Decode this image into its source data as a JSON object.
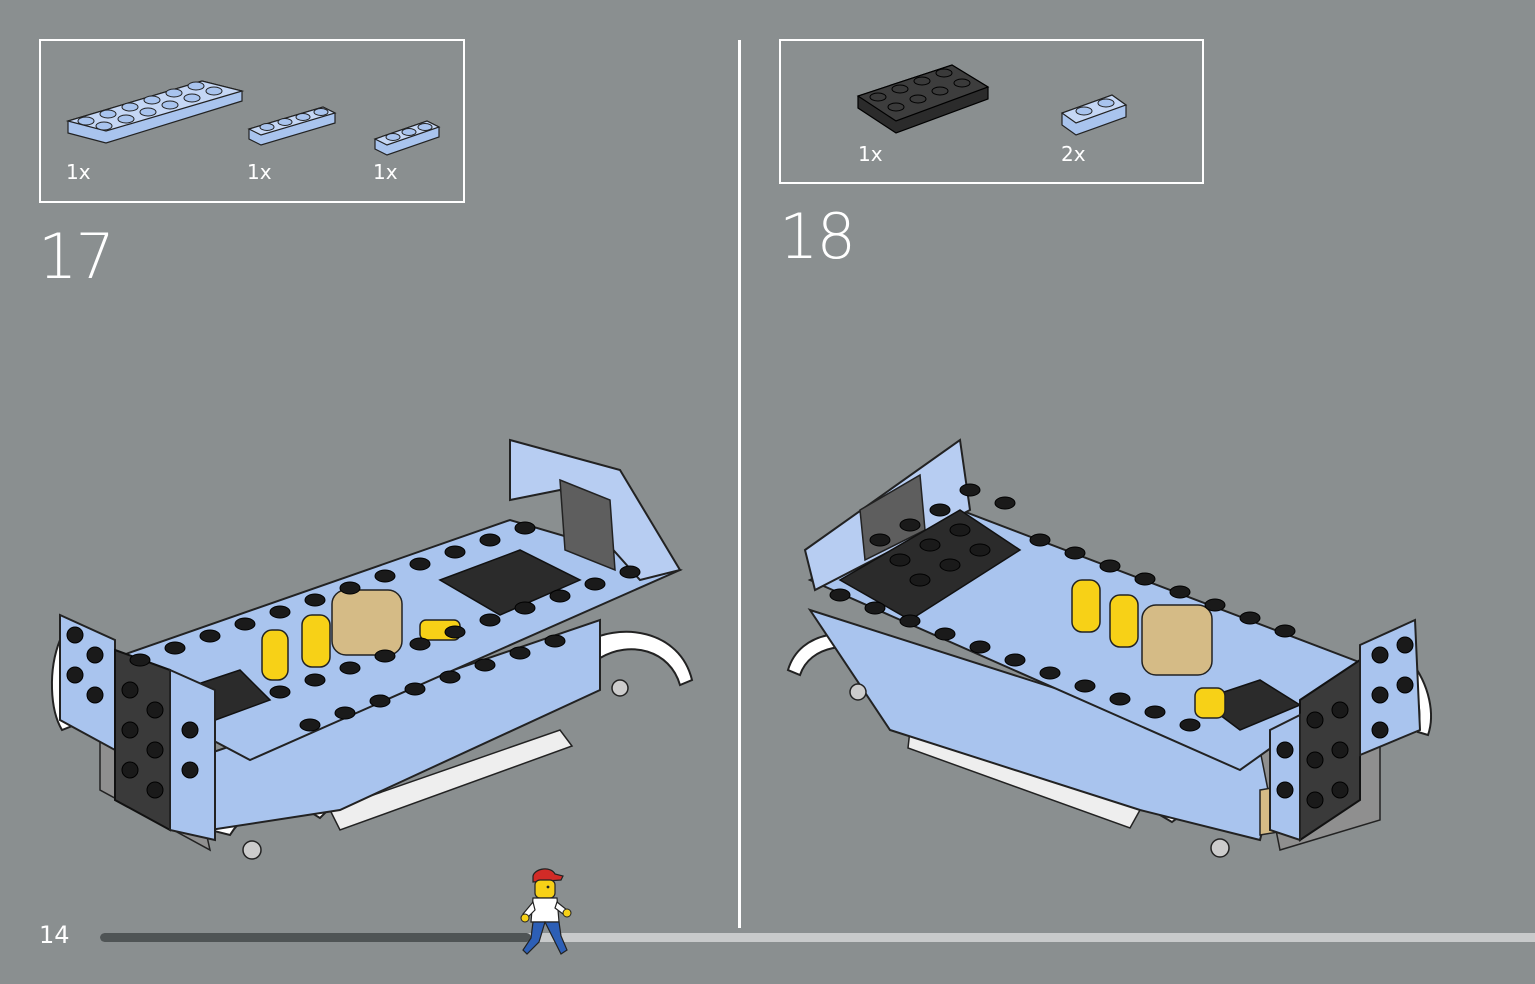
{
  "step17": {
    "number": "17",
    "parts": [
      {
        "qty": "1x",
        "color": "#a9c4ee",
        "icon": "plate-2x6-icon"
      },
      {
        "qty": "1x",
        "color": "#a9c4ee",
        "icon": "plate-1x4-icon"
      },
      {
        "qty": "1x",
        "color": "#a9c4ee",
        "icon": "plate-1x3-icon"
      }
    ]
  },
  "step18": {
    "number": "18",
    "parts": [
      {
        "qty": "1x",
        "color": "#2b2b2b",
        "icon": "plate-2x4-icon"
      },
      {
        "qty": "2x",
        "color": "#a9c4ee",
        "icon": "plate-1x2-icon"
      }
    ]
  },
  "footer": {
    "page_number": "14",
    "progress": 0.3
  },
  "colors": {
    "background": "#8a8f90",
    "light_blue": "#a9c4ee",
    "black_brick": "#2b2b2b",
    "yellow": "#f7d117",
    "tan": "#d5bb86",
    "white": "#ffffff"
  }
}
